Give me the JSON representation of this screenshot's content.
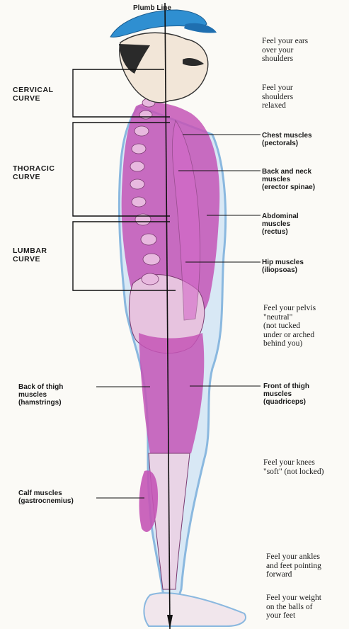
{
  "title": "Plumb Line",
  "curves": [
    "CERVICAL CURVE",
    "THORACIC CURVE",
    "LUMBAR CURVE"
  ],
  "right_labels": [
    [
      "Chest muscles",
      "(pectorals)"
    ],
    [
      "Back and neck",
      "muscles",
      "(erector spinae)"
    ],
    [
      "Abdominal",
      "muscles",
      "(rectus)"
    ],
    [
      "Hip muscles",
      "(iliopsoas)"
    ],
    [
      "Front of thigh",
      "muscles",
      "(quadriceps)"
    ]
  ],
  "left_labels": [
    [
      "Back of thigh",
      "muscles",
      "(hamstrings)"
    ],
    [
      "Calf muscles",
      "(gastrocnemius)"
    ]
  ],
  "notes": [
    [
      "Feel your ears",
      "over your",
      "shoulders"
    ],
    [
      "Feel your",
      "shoulders",
      "relaxed"
    ],
    [
      "Feel your pelvis",
      "\"neutral\"",
      "(not tucked",
      "under or arched",
      "behind you)"
    ],
    [
      "Feel your knees",
      "\"soft\" (not locked)"
    ],
    [
      "Feel your ankles",
      "and feet pointing",
      "forward"
    ],
    [
      "Feel your weight",
      "on the balls of",
      "your feet"
    ]
  ],
  "colors": {
    "muscle": "#c455b6",
    "cap": "#2f8fd1",
    "skin_outline": "#8ab8df",
    "line": "#111111",
    "background": "#fbfaf6"
  }
}
